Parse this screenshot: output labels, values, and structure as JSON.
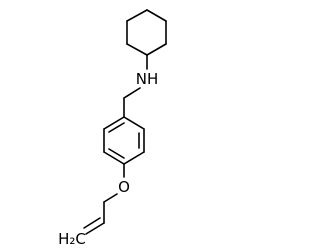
{
  "molecule": {
    "atoms": {
      "nitrogen": {
        "symbol": "NH",
        "color": "#000000"
      },
      "oxygen": {
        "symbol": "O",
        "color": "#000000"
      },
      "terminal_alkene": {
        "symbol": "H₂C",
        "color": "#000000"
      }
    },
    "bond_color": "#000000",
    "background": "#ffffff"
  }
}
